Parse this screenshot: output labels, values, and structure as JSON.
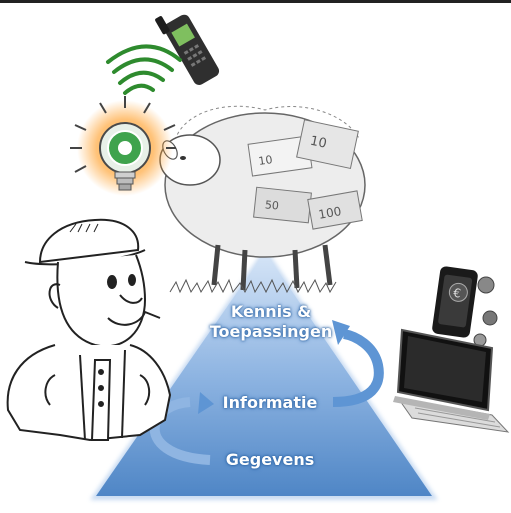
{
  "pyramid": {
    "levels": [
      {
        "label_line1": "Kennis &",
        "label_line2": "Toepassingen"
      },
      {
        "label": "Informatie"
      },
      {
        "label": "Gegevens"
      }
    ],
    "colors": {
      "top": "#cfe0f5",
      "bottom": "#4f86c6",
      "arrow": "#5e95d4",
      "arrow_light": "#bcd3ef"
    }
  },
  "icons": [
    "farmer-icon",
    "sheep-icon",
    "euro-banknote-icon",
    "lightbulb-icon",
    "handheld-scanner-icon",
    "signal-waves-icon",
    "smartphone-icon",
    "tablet-keyboard-icon"
  ]
}
